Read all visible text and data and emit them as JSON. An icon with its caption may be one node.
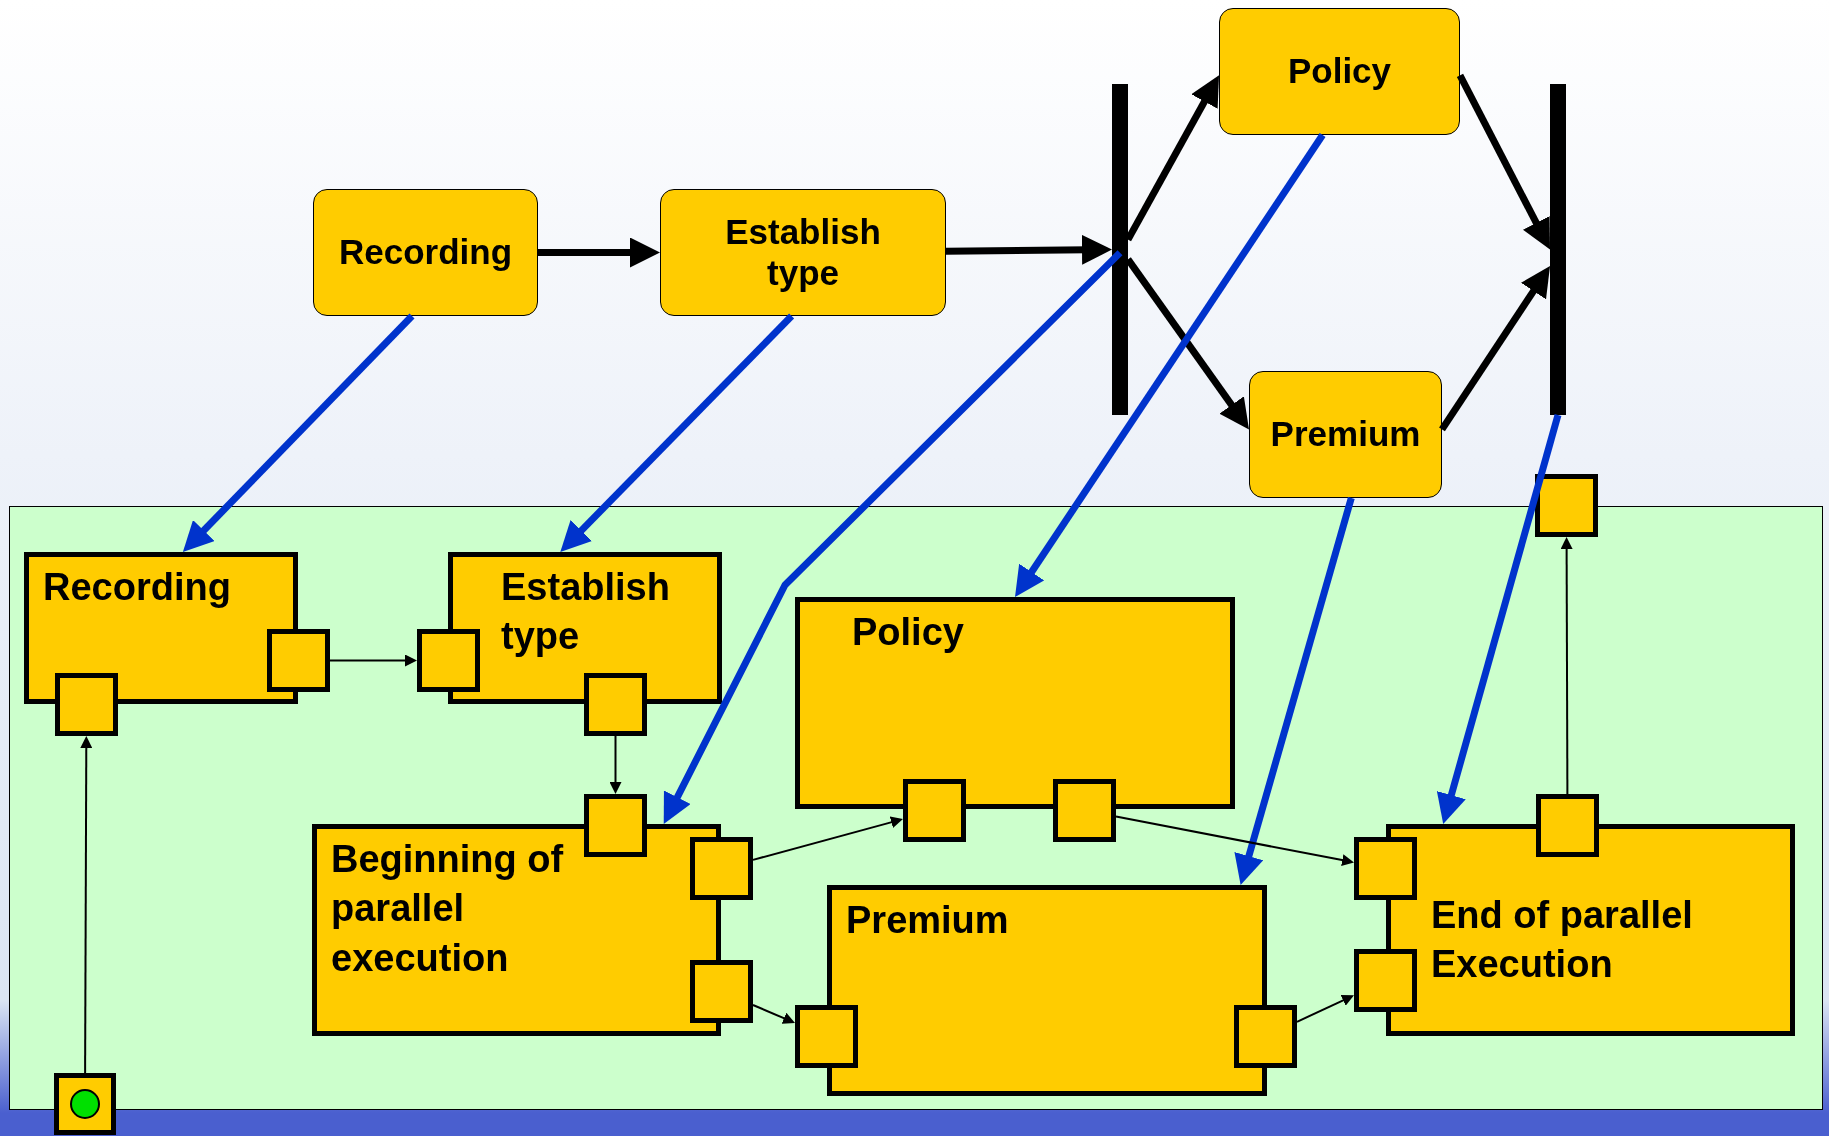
{
  "diagram": {
    "nodes": [
      {
        "text": [
          "Recording"
        ]
      },
      {
        "text": [
          "Establish type"
        ]
      },
      {
        "text": [],
        "shape": "bar"
      },
      {
        "text": [
          "Policy"
        ]
      },
      {
        "text": [
          "Premium"
        ]
      },
      {
        "text": [],
        "shape": "bar"
      },
      {
        "text": [],
        "shape": "box"
      },
      {
        "text": [
          "Recording"
        ],
        "in": 6
      },
      {
        "text": [
          "Establish type"
        ],
        "in": 6
      },
      {
        "text": [
          "Policy"
        ],
        "in": 6
      },
      {
        "text": [
          "Beginning of parallel execution"
        ],
        "in": 6
      },
      {
        "text": [
          "Premium"
        ],
        "in": 6
      },
      {
        "text": [
          "End of parallel Execution"
        ],
        "in": 6
      },
      {
        "text": [],
        "shape": "box",
        "in": 6
      },
      {
        "text": [],
        "shape": "box",
        "in": 6
      },
      {
        "text": [],
        "shape": "box",
        "in": 6
      },
      {
        "text": [],
        "shape": "box",
        "in": 6
      },
      {
        "text": [],
        "shape": "box",
        "in": 6
      },
      {
        "text": [],
        "shape": "box",
        "in": 6
      },
      {
        "text": [],
        "shape": "box",
        "in": 6
      },
      {
        "text": [],
        "shape": "box",
        "in": 6
      },
      {
        "text": [],
        "shape": "box",
        "in": 6
      },
      {
        "text": [],
        "shape": "box",
        "in": 6
      },
      {
        "text": [],
        "shape": "box",
        "in": 6
      },
      {
        "text": [],
        "shape": "box",
        "in": 6
      },
      {
        "text": [],
        "shape": "box",
        "in": 6
      },
      {
        "text": [],
        "shape": "box",
        "in": 6
      },
      {
        "text": [],
        "shape": "box"
      },
      {
        "text": [],
        "shape": "box"
      }
    ],
    "edges": [
      {
        "from": 0,
        "to": 1,
        "arrow": "to"
      },
      {
        "from": 1,
        "to": 2,
        "arrow": "to"
      },
      {
        "from": 2,
        "to": 3,
        "arrow": "to"
      },
      {
        "from": 2,
        "to": 4,
        "arrow": "to"
      },
      {
        "from": 3,
        "to": 5,
        "arrow": "to"
      },
      {
        "from": 4,
        "to": 5,
        "arrow": "to"
      },
      {
        "from": 0,
        "to": 7,
        "arrow": "to",
        "color": "#0033cc"
      },
      {
        "from": 1,
        "to": 8,
        "arrow": "to",
        "color": "#0033cc"
      },
      {
        "from": 2,
        "to": 10,
        "arrow": "to",
        "color": "#0033cc"
      },
      {
        "from": 3,
        "to": 9,
        "arrow": "to",
        "color": "#0033cc"
      },
      {
        "from": 4,
        "to": 11,
        "arrow": "to",
        "color": "#0033cc"
      },
      {
        "from": 5,
        "to": 12,
        "arrow": "to",
        "color": "#0033cc"
      },
      {
        "from": 13,
        "to": 15,
        "arrow": "to"
      },
      {
        "from": 16,
        "to": 17,
        "arrow": "to"
      },
      {
        "from": 18,
        "to": 20,
        "arrow": "to"
      },
      {
        "from": 19,
        "to": 22,
        "arrow": "to"
      },
      {
        "from": 21,
        "to": 24,
        "arrow": "to"
      },
      {
        "from": 23,
        "to": 25,
        "arrow": "to"
      },
      {
        "from": 26,
        "to": 27,
        "arrow": "to"
      },
      {
        "from": 28,
        "to": 14,
        "arrow": "to"
      }
    ]
  }
}
